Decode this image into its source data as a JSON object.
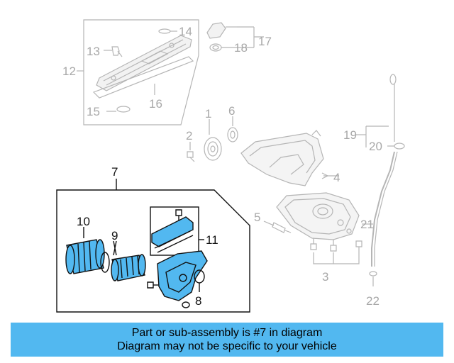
{
  "diagram": {
    "callouts": {
      "c1": "1",
      "c2": "2",
      "c3": "3",
      "c4": "4",
      "c5": "5",
      "c6": "6",
      "c7": "7",
      "c8": "8",
      "c9": "9",
      "c10": "10",
      "c11": "11",
      "c12": "12",
      "c13": "13",
      "c14": "14",
      "c15": "15",
      "c16": "16",
      "c17": "17",
      "c18": "18",
      "c19": "19",
      "c20": "20",
      "c21": "21",
      "c22": "22"
    },
    "highlighted_part": "7",
    "colors": {
      "highlight_fill": "#52b8f0",
      "faded_line": "#b5b5b5",
      "active_line": "#111111"
    }
  },
  "banner": {
    "line1": "Part or sub-assembly is #7 in diagram",
    "line2": "Diagram may not be specific to your vehicle",
    "background": "#52b8f0"
  }
}
